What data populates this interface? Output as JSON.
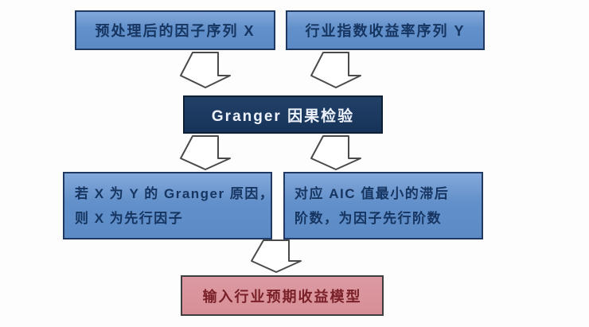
{
  "diagram": {
    "type": "flowchart",
    "direction": "top-down",
    "background": "#fdfdfd",
    "colors": {
      "input_box_fill": "#6290ca",
      "input_box_border": "#1f3864",
      "input_box_text": "#163561",
      "process_box_fill": "#17335a",
      "process_box_border": "#0e2036",
      "process_box_text": "#eef3fb",
      "output_box_fill": "#d68f97",
      "output_box_border": "#3f3e3e",
      "output_box_text": "#7a2028",
      "arrow_fill": "#ffffff",
      "arrow_outline": "#4a4a4a"
    },
    "nodes": [
      {
        "id": "preprocessed-factor-series",
        "type": "input",
        "lines": [
          "预处理后的因子序列 X"
        ]
      },
      {
        "id": "industry-index-return-series",
        "type": "input",
        "lines": [
          "行业指数收益率序列 Y"
        ]
      },
      {
        "id": "granger-causality-test",
        "type": "process",
        "lines": [
          "Granger 因果检验"
        ]
      },
      {
        "id": "granger-cause-conclusion",
        "type": "result",
        "lines": [
          "若 X 为 Y 的 Granger 原因，",
          "则 X 为先行因子"
        ]
      },
      {
        "id": "aic-optimal-lag",
        "type": "result",
        "lines": [
          "对应 AIC 值最小的滞后",
          "阶数，为因子先行阶数"
        ]
      },
      {
        "id": "industry-expected-return-model",
        "type": "output",
        "lines": [
          "输入行业预期收益模型"
        ]
      }
    ],
    "edges": [
      {
        "from": "preprocessed-factor-series",
        "to": "granger-causality-test"
      },
      {
        "from": "industry-index-return-series",
        "to": "granger-causality-test"
      },
      {
        "from": "granger-causality-test",
        "to": "granger-cause-conclusion"
      },
      {
        "from": "granger-causality-test",
        "to": "aic-optimal-lag"
      },
      {
        "from": "granger-cause-conclusion",
        "to": "industry-expected-return-model"
      },
      {
        "from": "aic-optimal-lag",
        "to": "industry-expected-return-model"
      }
    ]
  }
}
